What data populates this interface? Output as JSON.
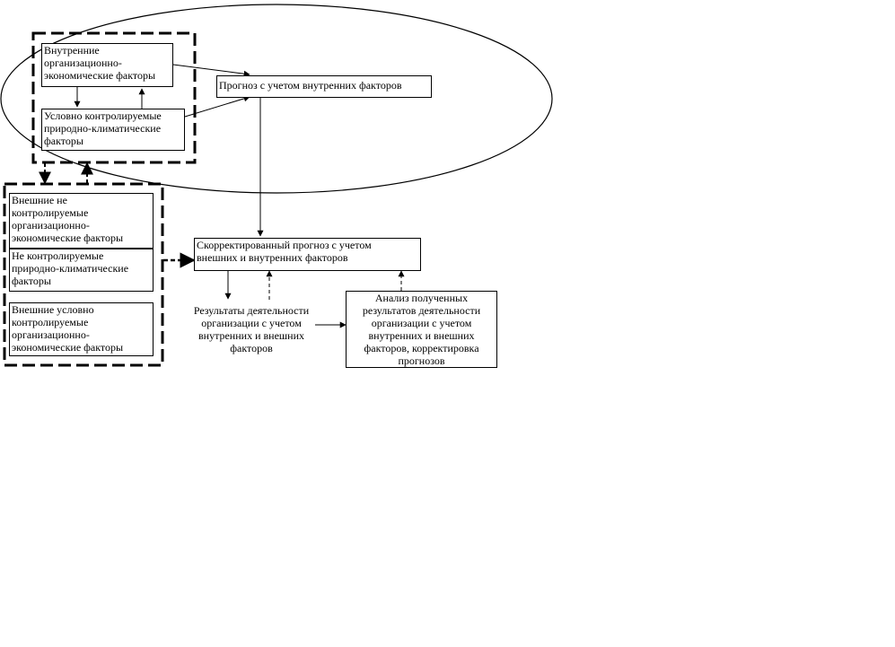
{
  "diagram": {
    "internal_org_econ": "Внутренние\nорганизационно-\nэкономические факторы",
    "conditionally_controlled_natural": "Условно контролируемые\nприродно-климатические\nфакторы",
    "forecast_internal": "Прогноз с учетом внутренних факторов",
    "external_uncontrolled_org_econ": "Внешние не\nконтролируемые\nорганизационно-\nэкономические факторы",
    "uncontrolled_natural": "Не контролируемые\nприродно-климатические\nфакторы",
    "external_conditionally_controlled_org_econ": "Внешние условно\nконтролируемые\nорганизационно-\nэкономические факторы",
    "corrected_forecast": "Скорректированный прогноз с учетом\nвнешних и внутренних факторов",
    "results_text": "Результаты деятельности\nорганизации с учетом\nвнутренних и внешних\nфакторов",
    "analysis_text": "Анализ полученных\nрезультатов деятельности\nорганизации с учетом\nвнутренних и внешних\nфакторов, корректировка\nпрогнозов"
  }
}
